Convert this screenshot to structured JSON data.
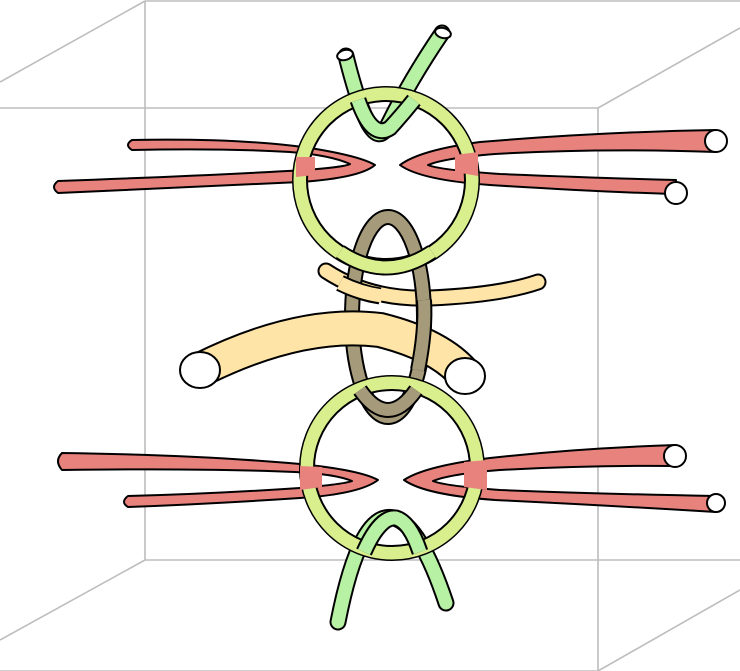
{
  "colors": {
    "background": "#ffffff",
    "box_edge": "#bdbdbd",
    "outline": "#000000",
    "red_tube": "#e8827c",
    "green_tube": "#b7f1a3",
    "ring_outer": "#d9ef8e",
    "ring_center": "#c8e27a",
    "brown_loop": "#a59a7a",
    "yellow_tube": "#ffe4a8"
  },
  "parts": {
    "box": "wireframe-cube",
    "upper_knot": [
      "upper-ring",
      "red-arc-upper-left",
      "red-arc-upper-right",
      "green-arc-top"
    ],
    "middle_knot": [
      "brown-loop",
      "yellow-arc-upper",
      "yellow-arc-lower"
    ],
    "lower_knot": [
      "lower-ring",
      "red-arc-lower-left",
      "red-arc-lower-right",
      "green-arc-bottom"
    ]
  }
}
